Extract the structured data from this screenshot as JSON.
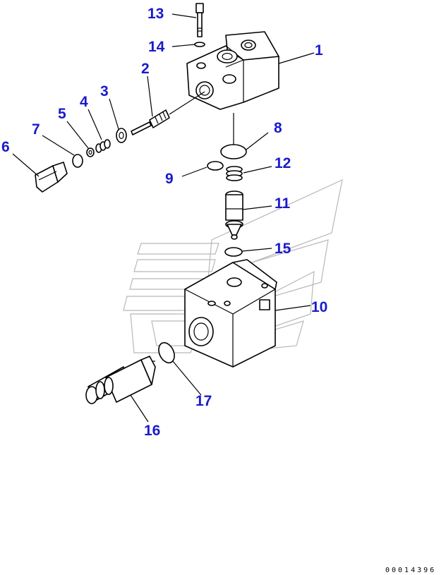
{
  "callouts": [
    {
      "id": "1",
      "label": "1"
    },
    {
      "id": "2",
      "label": "2"
    },
    {
      "id": "3",
      "label": "3"
    },
    {
      "id": "4",
      "label": "4"
    },
    {
      "id": "5",
      "label": "5"
    },
    {
      "id": "6",
      "label": "6"
    },
    {
      "id": "7",
      "label": "7"
    },
    {
      "id": "8",
      "label": "8"
    },
    {
      "id": "9",
      "label": "9"
    },
    {
      "id": "10",
      "label": "10"
    },
    {
      "id": "11",
      "label": "11"
    },
    {
      "id": "12",
      "label": "12"
    },
    {
      "id": "13",
      "label": "13"
    },
    {
      "id": "14",
      "label": "14"
    },
    {
      "id": "15",
      "label": "15"
    },
    {
      "id": "16",
      "label": "16"
    },
    {
      "id": "17",
      "label": "17"
    }
  ],
  "reference_number": "00014396",
  "colors": {
    "callout": "#1a1acc",
    "line": "#000000",
    "watermark": "#b8b8b8",
    "background": "#ffffff"
  }
}
